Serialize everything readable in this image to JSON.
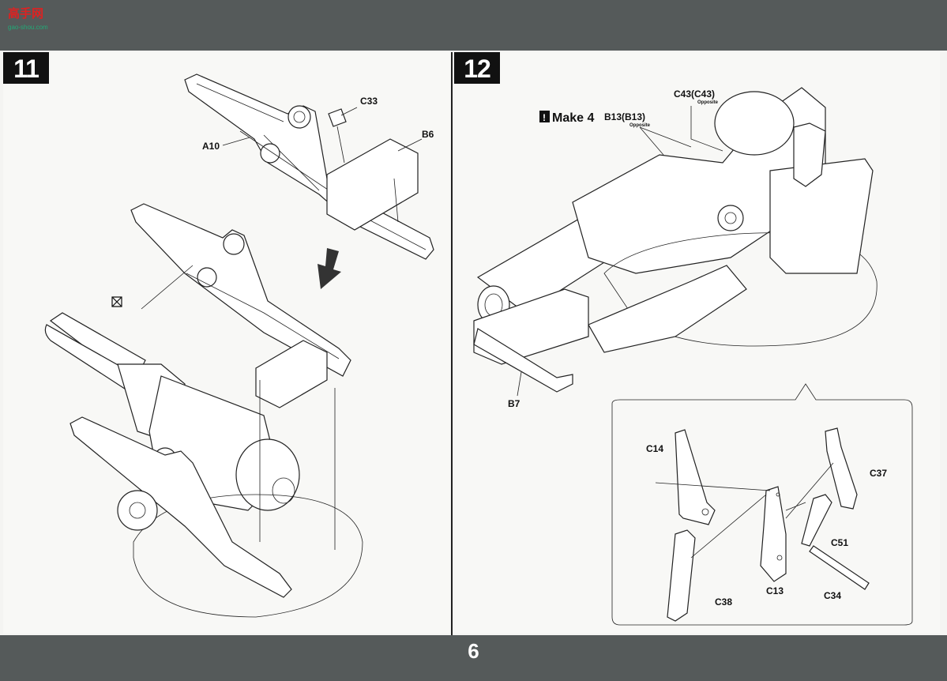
{
  "watermark": {
    "text": "高手网",
    "url": "gao-shou.com"
  },
  "page_number": "6",
  "step11": {
    "number": "11",
    "labels": {
      "a10": "A10",
      "c33": "C33",
      "b6": "B6"
    }
  },
  "step12": {
    "number": "12",
    "make_count": "Make 4",
    "labels": {
      "c43": "C43(C43)",
      "c43_note": "Opposite",
      "b13": "B13(B13)",
      "b13_note": "Opposite",
      "b7": "B7",
      "c14": "C14",
      "c37": "C37",
      "c51": "C51",
      "c13": "C13",
      "c34": "C34",
      "c38": "C38"
    }
  },
  "colors": {
    "band": "#555a5a",
    "badge": "#111111"
  }
}
